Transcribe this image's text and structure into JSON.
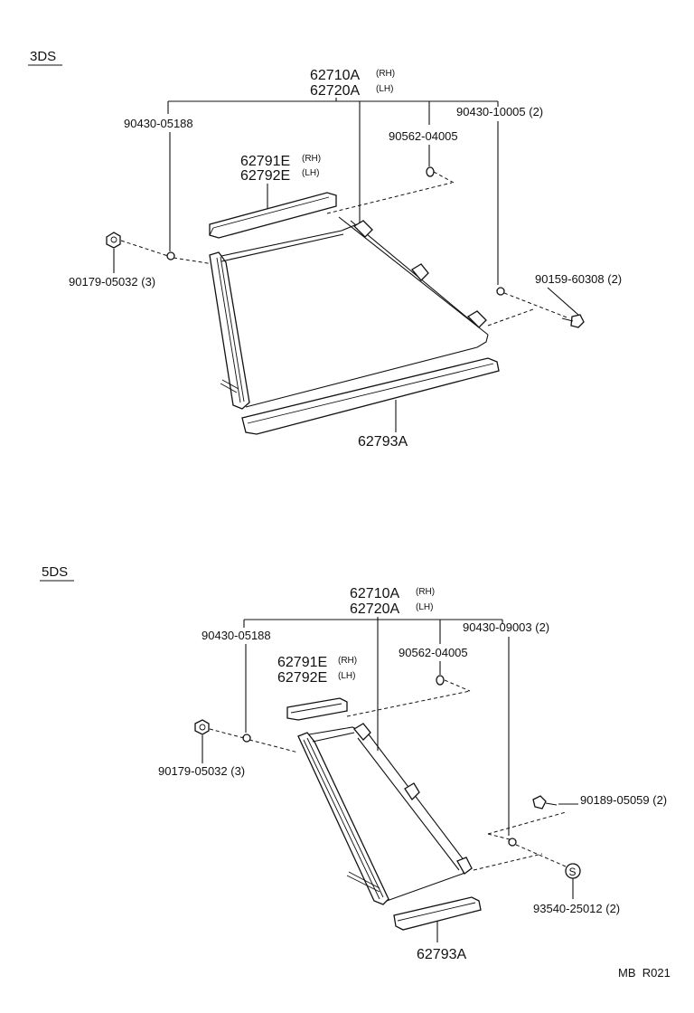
{
  "sections": [
    {
      "heading": "3DS",
      "assembly": {
        "rh_part": "62710A",
        "rh_tag": "(RH)",
        "lh_part": "62720A",
        "lh_tag": "(LH)"
      },
      "upper": {
        "rh_part": "62791E",
        "rh_tag": "(RH)",
        "lh_part": "62792E",
        "lh_tag": "(LH)"
      },
      "callouts": {
        "grommet_left": "90430-05188",
        "grommet_right": "90430-10005 (2)",
        "grommet_mid": "90562-04005",
        "nut": "90179-05032 (3)",
        "bolt": "90159-60308 (2)",
        "lower_rail": "62793A"
      }
    },
    {
      "heading": "5DS",
      "assembly": {
        "rh_part": "62710A",
        "rh_tag": "(RH)",
        "lh_part": "62720A",
        "lh_tag": "(LH)"
      },
      "upper": {
        "rh_part": "62791E",
        "rh_tag": "(RH)",
        "lh_part": "62792E",
        "lh_tag": "(LH)"
      },
      "callouts": {
        "grommet_left": "90430-05188",
        "grommet_right": "90430-09003 (2)",
        "grommet_mid": "90562-04005",
        "nut": "90179-05032 (3)",
        "bolt": "90189-05059 (2)",
        "screw": "93540-25012 (2)",
        "screw_symbol": "S",
        "lower_rail": "62793A"
      }
    }
  ],
  "footer_code": "MB  R021"
}
